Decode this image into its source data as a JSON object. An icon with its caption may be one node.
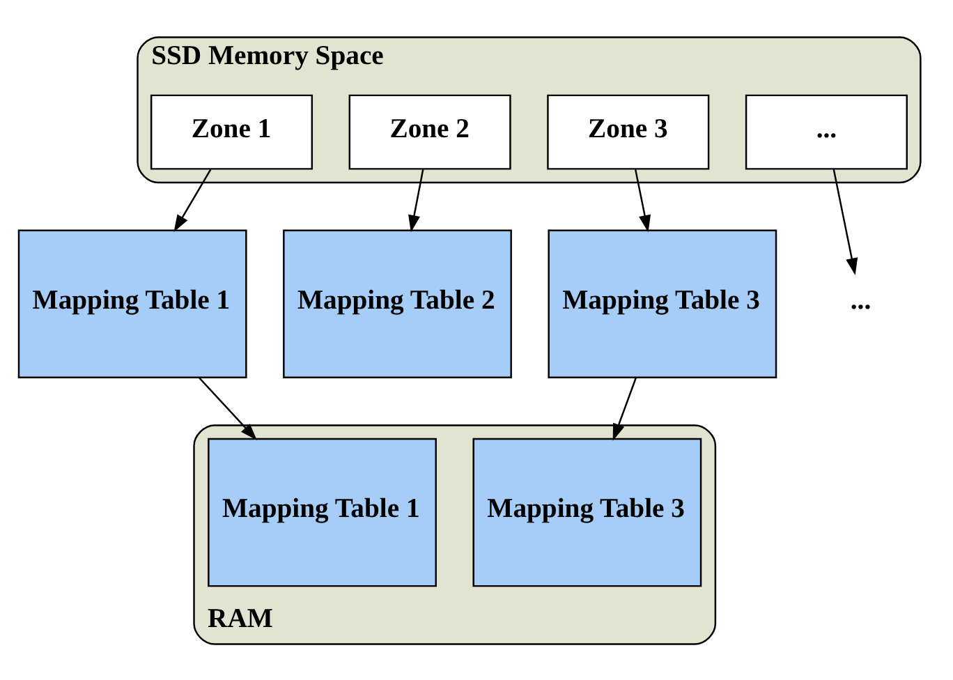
{
  "diagram": {
    "nodes": [
      {
        "text": [
          "SSD Memory Space"
        ]
      },
      {
        "text": [
          "Zone 1"
        ],
        "in": 0
      },
      {
        "text": [
          "Zone 2"
        ],
        "in": 0
      },
      {
        "text": [
          "Zone 3"
        ],
        "in": 0
      },
      {
        "text": [
          "..."
        ],
        "in": 0
      },
      {
        "text": [
          "Mapping Table 1"
        ]
      },
      {
        "text": [
          "Mapping Table 2"
        ]
      },
      {
        "text": [
          "Mapping Table 3"
        ]
      },
      {
        "text": [
          "..."
        ]
      },
      {
        "text": [
          "RAM"
        ]
      },
      {
        "text": [
          "Mapping Table 1"
        ],
        "in": 9
      },
      {
        "text": [
          "Mapping Table 3"
        ],
        "in": 9
      }
    ],
    "edges": [
      {
        "from": 1,
        "to": 5,
        "arrow": "to"
      },
      {
        "from": 2,
        "to": 6,
        "arrow": "to"
      },
      {
        "from": 3,
        "to": 7,
        "arrow": "to"
      },
      {
        "from": 4,
        "to": 8,
        "arrow": "to"
      },
      {
        "from": 5,
        "to": 10,
        "arrow": "to"
      },
      {
        "from": 7,
        "to": 11,
        "arrow": "to"
      }
    ]
  }
}
